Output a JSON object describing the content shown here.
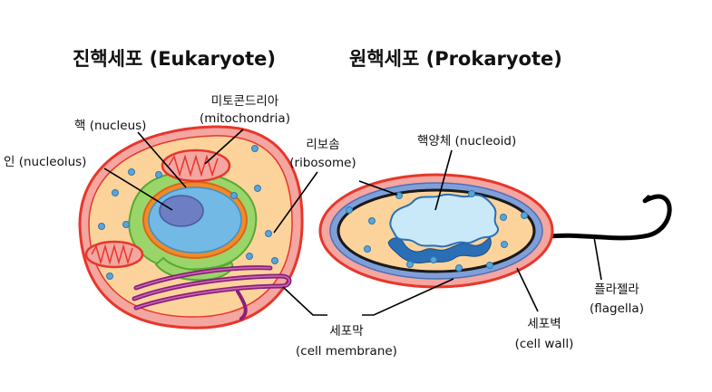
{
  "titles": {
    "eukaryote": "진핵세포 (Eukaryote)",
    "prokaryote": "원핵세포 (Prokaryote)"
  },
  "labels": {
    "nucleus": "핵 (nucleus)",
    "nucleolus": "인 (nucleolus)",
    "mitochondria_ko": "미토콘드리아",
    "mitochondria_en": "(mitochondria)",
    "ribosome_ko": "리보솜",
    "ribosome_en": "(ribosome)",
    "nucleoid": "핵양체 (nucleoid)",
    "cell_membrane_ko": "세포막",
    "cell_membrane_en": "(cell membrane)",
    "cell_wall_ko": "세포벽",
    "cell_wall_en": "(cell wall)",
    "flagella_ko": "플라젤라",
    "flagella_en": "(flagella)"
  },
  "colors": {
    "membrane_red": "#e8362b",
    "cytoplasm": "#fcd39b",
    "nucleus_blue": "#72b9e6",
    "nucleolus": "#6d7ec2",
    "er_green": "#7dc44a",
    "golgi_purple": "#8b1f7a",
    "ribosome": "#3d8fc7",
    "cell_wall_blue": "#7f9fd8",
    "nucleoid_fill": "#c9e8f8",
    "nucleoid_dark": "#2a6fb5"
  }
}
